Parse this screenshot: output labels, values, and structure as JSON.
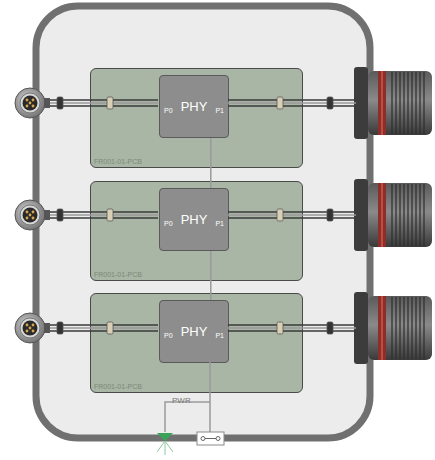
{
  "diagram": {
    "nodes": [
      {
        "text": [
          "FR001-01-PCB"
        ]
      },
      {
        "text": [
          "P0",
          "PHY",
          "P1"
        ],
        "in": 0
      },
      {
        "text": [
          "FR001-01-PCB"
        ]
      },
      {
        "text": [
          "P0",
          "PHY",
          "P1"
        ],
        "in": 2
      },
      {
        "text": [
          "FR001-01-PCB"
        ]
      },
      {
        "text": [
          "P0",
          "PHY",
          "P1"
        ],
        "in": 4
      }
    ],
    "edges": [
      {
        "from": 1,
        "to": 3,
        "arrow": "none"
      },
      {
        "from": 3,
        "to": 5,
        "arrow": "none"
      }
    ],
    "labels": [
      "PWR"
    ]
  }
}
